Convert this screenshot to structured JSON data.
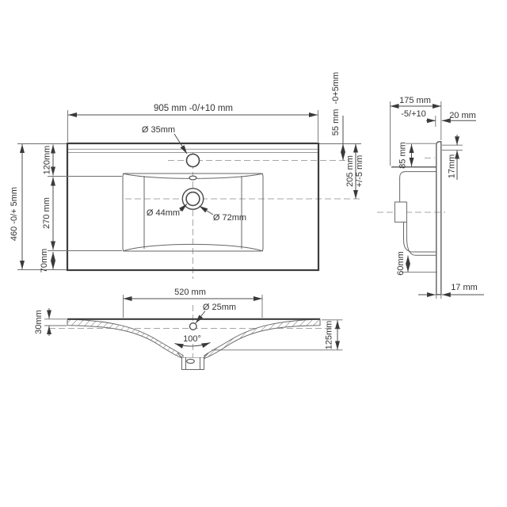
{
  "drawing": {
    "title_hint": "washbasin-technical-drawing",
    "background": "#ffffff",
    "line_color": "#3d3d3d",
    "text_color": "#333333",
    "top_view": {
      "dim_width": "905 mm -0/+10 mm",
      "dim_depth": "460 -0/+ 5mm",
      "dim_back_to_basin": "120mm",
      "dim_basin_length": "270 mm",
      "dim_basin_to_front": "70mm",
      "dim_faucet_hole": "Ø 35mm",
      "dim_faucet_from_back": "55 mm  -0+5mm",
      "dim_drain_from_back": "205 mm",
      "dim_drain_from_back_tol": "+/-5 mm",
      "dim_drain_inner": "Ø 44mm",
      "dim_drain_outer": "Ø 72mm"
    },
    "side_view": {
      "dim_depth": "175 mm",
      "dim_depth_tol": "-5/+10",
      "dim_overhang": "20 mm",
      "dim_back_drop": "85 mm",
      "dim_top_thickness": "17mm",
      "dim_bottom_clearance": "60mm",
      "dim_panel_thickness": "17 mm"
    },
    "section_view": {
      "dim_basin_width": "520 mm",
      "dim_overflow_hole": "Ø 25mm",
      "dim_basin_angle": "100°",
      "dim_rim_thickness": "30mm",
      "dim_basin_depth": "125mm"
    }
  }
}
